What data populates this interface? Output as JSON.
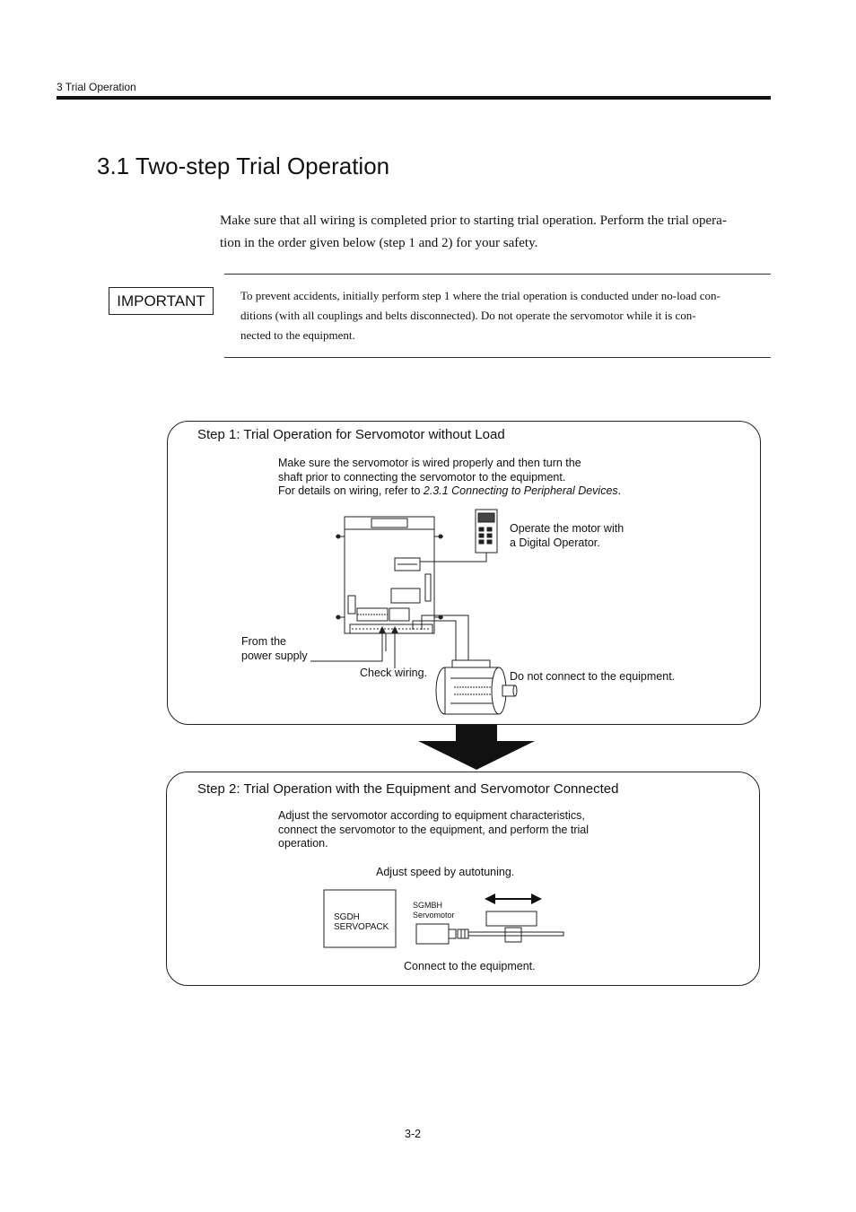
{
  "header": {
    "running_head": "3 Trial Operation"
  },
  "section": {
    "title": "3.1 Two-step Trial Operation",
    "intro_line1": "Make sure that all wiring is completed prior to starting trial operation. Perform the trial opera-",
    "intro_line2": "tion in the order given below (step 1 and 2) for your safety."
  },
  "important": {
    "badge": "IMPORTANT",
    "line1": "To prevent accidents, initially perform step 1 where the trial operation is conducted under no-load con-",
    "line2": "ditions (with all couplings and belts disconnected).  Do not operate the servomotor while it is con-",
    "line3": "nected to the equipment."
  },
  "step1": {
    "title": "Step 1: Trial Operation for Servomotor without Load",
    "desc_line1": "Make sure the servomotor is wired properly and then turn the",
    "desc_line2": "shaft prior to connecting the servomotor to the equipment.",
    "desc_line3_prefix": "For details on wiring, refer to ",
    "desc_line3_ref": "2.3.1 Connecting to Peripheral Devices",
    "desc_line3_suffix": ".",
    "operator_label_line1": "Operate the motor with",
    "operator_label_line2": "a Digital Operator.",
    "power_label_line1": "From the",
    "power_label_line2": "power supply",
    "check_wiring": "Check wiring.",
    "no_connect": "Do not connect to the equipment."
  },
  "step2": {
    "title": "Step 2: Trial Operation with the Equipment and Servomotor Connected",
    "desc_line1": "Adjust the servomotor according to equipment characteristics,",
    "desc_line2": "connect the servomotor to the equipment, and perform the trial",
    "desc_line3": "operation.",
    "autotuning": "Adjust speed by autotuning.",
    "servopack_line1": "SGDH",
    "servopack_line2": "SERVOPACK",
    "motor_line1": "SGMBH",
    "motor_line2": "Servomotor",
    "connect": "Connect to the equipment."
  },
  "footer": {
    "page_number": "3-2"
  }
}
